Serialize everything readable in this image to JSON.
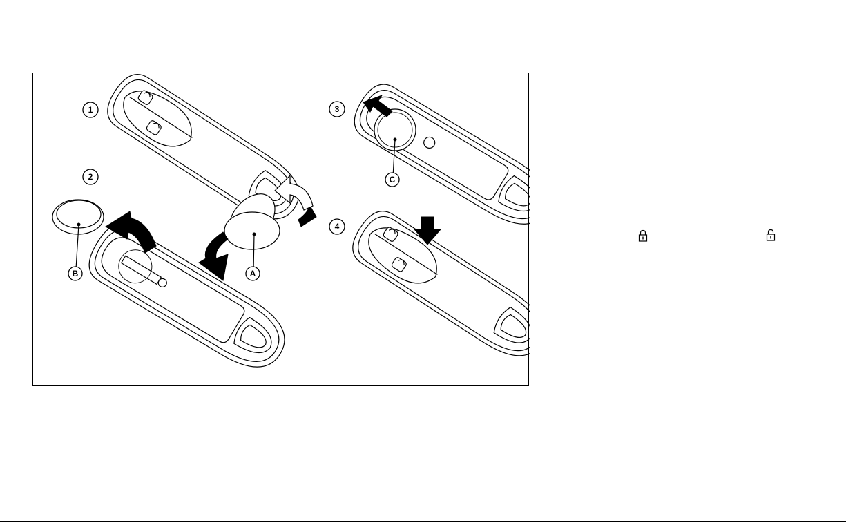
{
  "figure": {
    "step_labels": [
      "1",
      "2",
      "3",
      "4"
    ],
    "part_labels": [
      "A",
      "B",
      "C"
    ]
  },
  "side_icons": [
    "lock-icon",
    "unlock-icon"
  ]
}
